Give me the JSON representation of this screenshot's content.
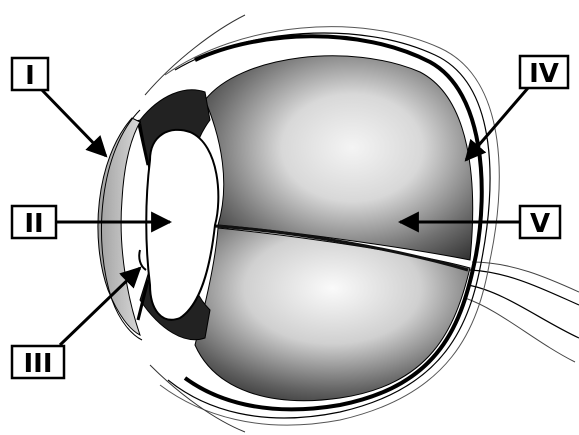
{
  "labels": [
    {
      "id": "label-i",
      "text": "I"
    },
    {
      "id": "label-ii",
      "text": "II"
    },
    {
      "id": "label-iii",
      "text": "III"
    },
    {
      "id": "label-iv",
      "text": "IV"
    },
    {
      "id": "label-v",
      "text": "V"
    }
  ],
  "colors": {
    "outline": "#000000",
    "label_fill": "#ffffff",
    "cornea": "#b8b8b8",
    "lens": "#ffffff",
    "vitreous_dark": "#2a2a2a",
    "vitreous_light": "#f2f2f2"
  }
}
